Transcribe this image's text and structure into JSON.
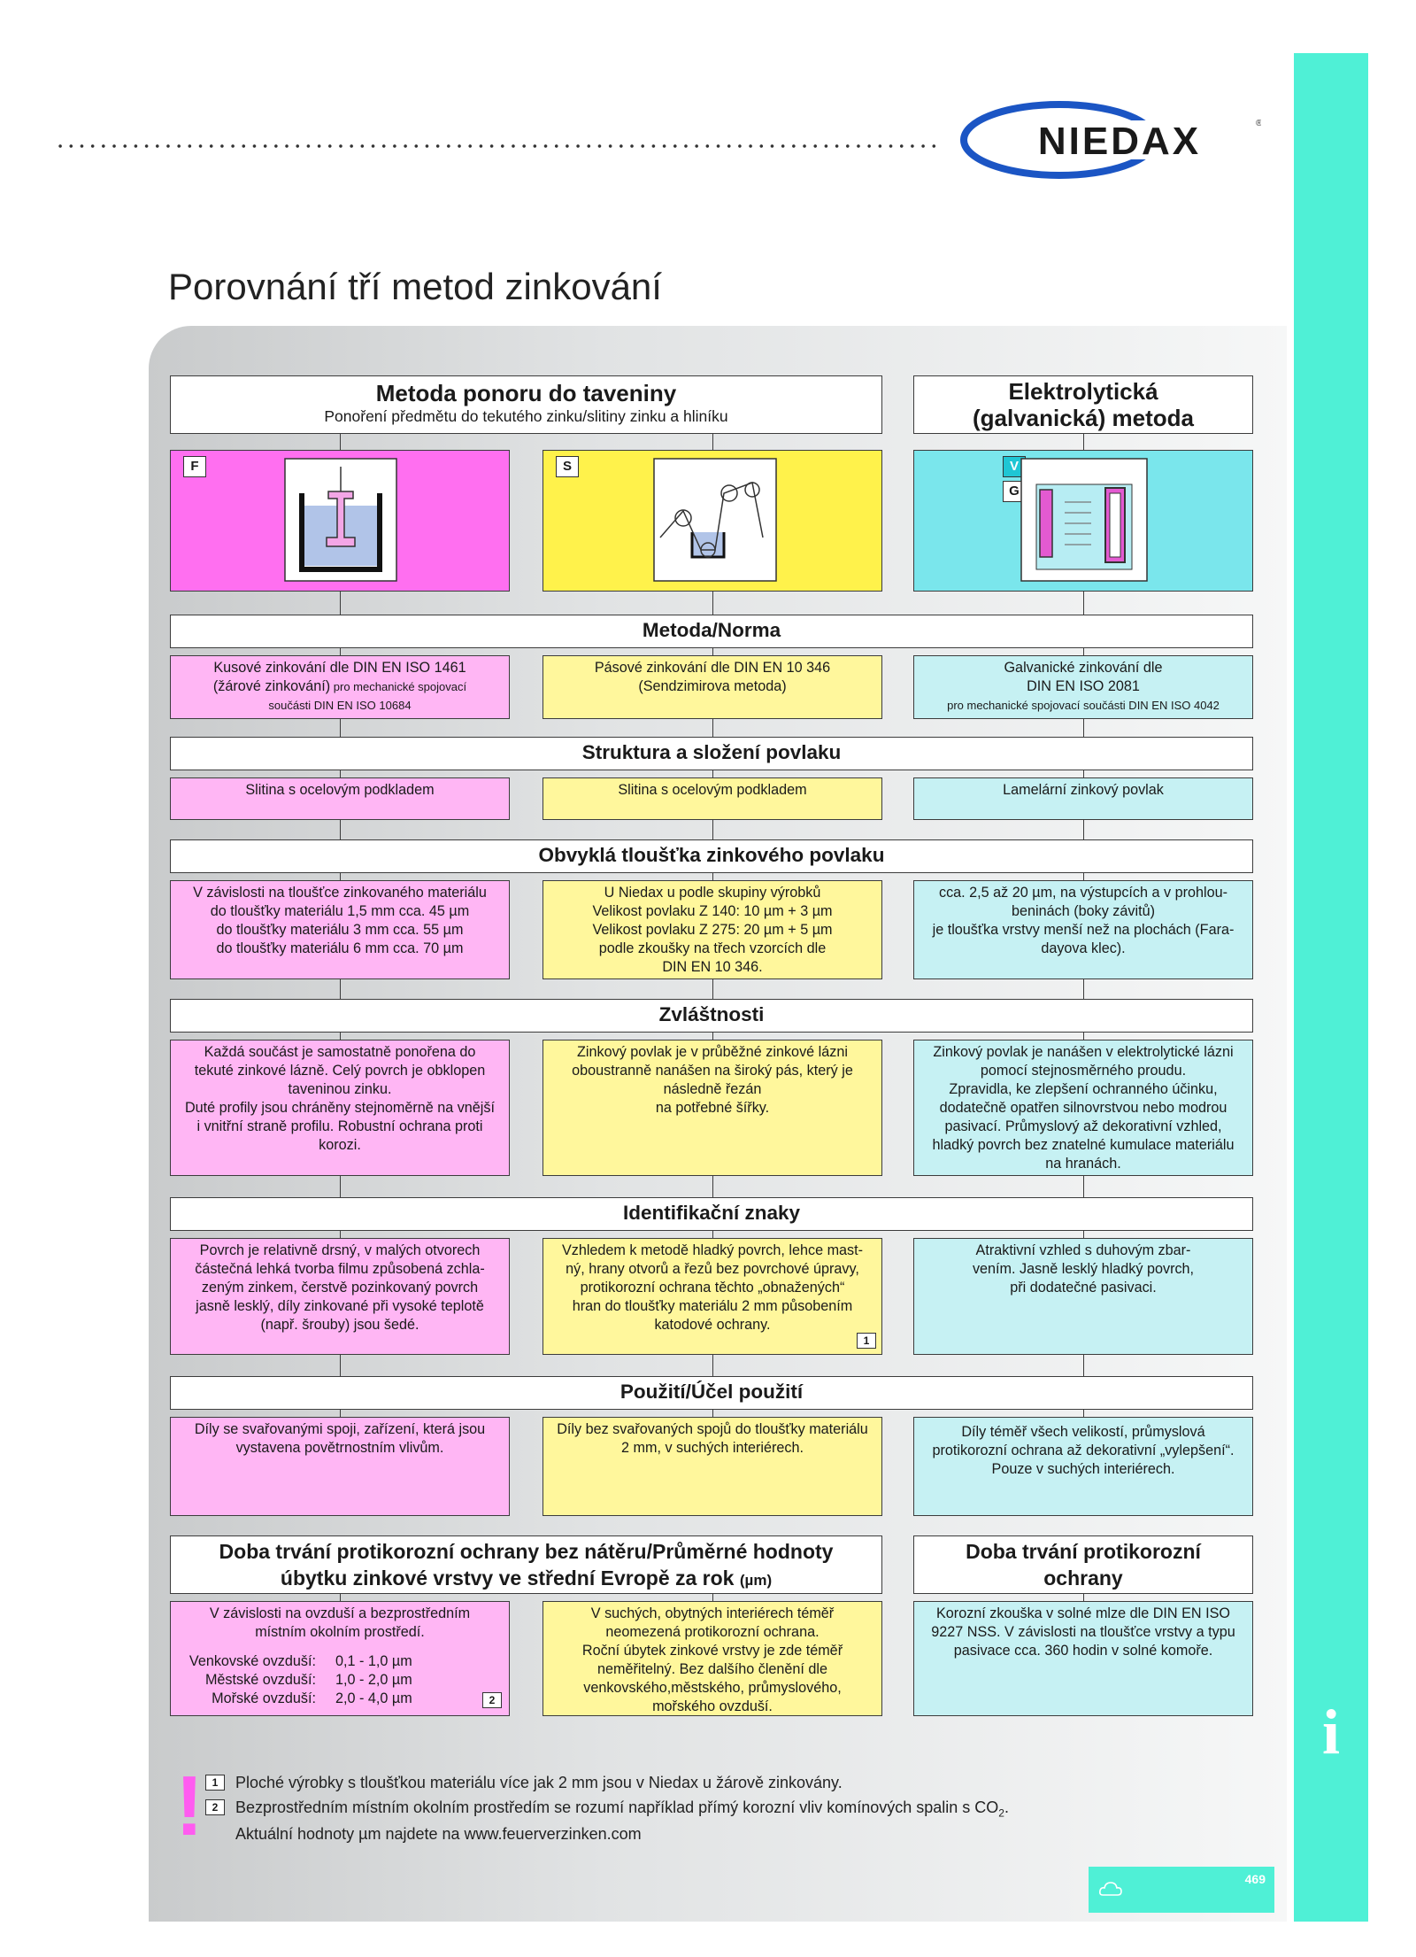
{
  "brand": {
    "logo_text": "NIEDAX",
    "color_logo": "#1b55c4"
  },
  "page_title": "Porovnání tří metod zinkování",
  "header": {
    "left_title": "Metoda ponoru do taveniny",
    "left_subtitle": "Ponoření předmětu do tekutého zinku/slitiny zinku a hliníku",
    "right_title_line1": "Elektrolytická",
    "right_title_line2": "(galvanická) metoda"
  },
  "icons": {
    "f_label": "F",
    "s_label": "S",
    "v_label": "V",
    "g_label": "G"
  },
  "sections": {
    "norma": "Metoda/Norma",
    "struktura": "Struktura a složení povlaku",
    "tloustka": "Obvyklá tloušťka zinkového povlaku",
    "zvlastnosti": "Zvláštnosti",
    "znaky": "Identifikační znaky",
    "pouziti": "Použití/Účel použití",
    "doba_left_line1": "Doba trvání protikorozní ochrany bez nátěru/Průměrné hodnoty",
    "doba_left_line2": "úbytku zinkové vrstvy ve střední Evropě za rok",
    "doba_left_unit": "(µm)",
    "doba_right_line1": "Doba trvání protikorozní",
    "doba_right_line2": "ochrany"
  },
  "norma": {
    "f_line1": "Kusové zinkování dle DIN EN ISO 1461",
    "f_line2": "(žárové zinkování)",
    "f_line2_small": " pro mechanické spojovací",
    "f_line3_small": "součásti DIN EN ISO 10684",
    "s_line1": "Pásové zinkování dle DIN EN 10 346",
    "s_line2": "(Sendzimirova metoda)",
    "v_line1": "Galvanické zinkování dle",
    "v_line2": "DIN EN ISO 2081",
    "v_line3_small": "pro mechanické spojovací součásti DIN EN ISO 4042"
  },
  "struktura": {
    "f": "Slitina s ocelovým podkladem",
    "s": "Slitina s ocelovým podkladem",
    "v": "Lamelární zinkový povlak"
  },
  "tloustka": {
    "f": [
      "V závislosti na tloušťce zinkovaného materiálu",
      "do tloušťky materiálu 1,5 mm cca. 45 µm",
      "do tloušťky materiálu 3 mm cca. 55 µm",
      "do tloušťky materiálu 6 mm cca. 70 µm"
    ],
    "s": [
      "U Niedax u podle skupiny výrobků",
      "Velikost povlaku Z 140: 10 µm + 3 µm",
      "Velikost povlaku Z 275: 20 µm + 5 µm",
      "podle zkoušky na třech vzorcích dle",
      "DIN EN 10 346."
    ],
    "v": [
      "cca. 2,5 až 20 µm, na výstupcích a v prohlou-",
      "beninách (boky závitů)",
      "je tloušťka vrstvy menší než na plochách (Fara-",
      "dayova klec)."
    ]
  },
  "zvlastnosti": {
    "f": [
      "Každá součást je samostatně ponořena do",
      "tekuté zinkové lázně. Celý povrch je obklopen",
      "taveninou zinku.",
      "Duté profily jsou chráněny stejnoměrně na vnější",
      "i vnitřní straně profilu. Robustní ochrana proti",
      "korozi."
    ],
    "s": [
      "Zinkový povlak je v průběžné zinkové lázni",
      "oboustranně nanášen na široký pás, který je",
      "následně řezán",
      "na potřebné šířky."
    ],
    "v": [
      "Zinkový povlak je nanášen v elektrolytické lázni",
      "pomocí stejnosměrného proudu.",
      "Zpravidla, ke zlepšení ochranného účinku,",
      "dodatečně opatřen silnovrstvou nebo modrou",
      "pasivací. Průmyslový až dekorativní vzhled,",
      "hladký povrch bez znatelné kumulace materiálu",
      "na hranách."
    ]
  },
  "znaky": {
    "f": [
      "Povrch je relativně drsný, v malých otvorech",
      "částečná lehká tvorba filmu způsobená zchla-",
      "zeným zinkem, čerstvě pozinkovaný povrch",
      "jasně lesklý, díly zinkované při vysoké teplotě",
      "(např. šrouby) jsou šedé."
    ],
    "s": [
      "Vzhledem k metodě hladký povrch, lehce mast-",
      "ný, hrany otvorů a řezů bez povrchové úpravy,",
      "protikorozní ochrana  těchto „obnažených“",
      "hran do tloušťky materiálu 2 mm působením",
      "katodové ochrany."
    ],
    "s_ref": "1",
    "v": [
      "Atraktivní vzhled s duhovým zbar-",
      "vením. Jasně lesklý hladký povrch,",
      "při dodatečné pasivaci."
    ]
  },
  "pouziti": {
    "f": [
      "Díly se svařovanými spoji, zařízení, která jsou",
      "vystavena povětrnostním vlivům."
    ],
    "s": [
      "Díly bez svařovaných spojů do tloušťky materiálu",
      "2 mm, v suchých interiérech."
    ],
    "v": [
      "Díly téměř všech velikostí, průmyslová",
      "protikorozní ochrana až dekorativní „vylepšení“.",
      "Pouze v suchých interiérech."
    ]
  },
  "doba": {
    "f_intro": [
      "V závislosti na ovzduší a bezprostředním",
      "místním okolním prostředí."
    ],
    "f_rows": [
      {
        "label": "Venkovské ovzduší:",
        "value": "0,1 - 1,0 µm"
      },
      {
        "label": "Městské ovzduší:",
        "value": "1,0 - 2,0 µm"
      },
      {
        "label": "Mořské ovzduší:",
        "value": "2,0 - 4,0 µm"
      }
    ],
    "f_ref": "2",
    "s": [
      "V suchých, obytných interiérech téměř",
      "neomezená protikorozní ochrana.",
      "Roční úbytek zinkové vrstvy je zde téměř",
      "neměřitelný. Bez dalšího členění dle",
      "venkovského,městského, průmyslového,",
      "mořského ovzduší."
    ],
    "v": [
      "Korozní zkouška v solné mlze dle DIN EN ISO",
      "9227 NSS. V závislosti na tloušťce vrstvy a typu",
      "pasivace cca. 360 hodin v solné komoře."
    ]
  },
  "footnotes": {
    "n1_num": "1",
    "n1_text": "Ploché výrobky s tloušťkou materiálu více jak 2 mm jsou v Niedax u žárově zinkovány.",
    "n2_num": "2",
    "n2_text": "Bezprostředním místním okolním prostředím se rozumí například přímý korozní vliv komínových spalin s CO",
    "n2_sub": "2",
    "n2_end": ".",
    "n3_text": "Aktuální hodnoty µm najdete na www.feuerverzinken.com"
  },
  "page_number": "469",
  "sidebar_icon": "info-icon",
  "colors": {
    "sidebar": "#4ff0d6",
    "pink": "#ffb6f4",
    "yellow": "#fff79c",
    "cyan": "#c6f1f3"
  }
}
